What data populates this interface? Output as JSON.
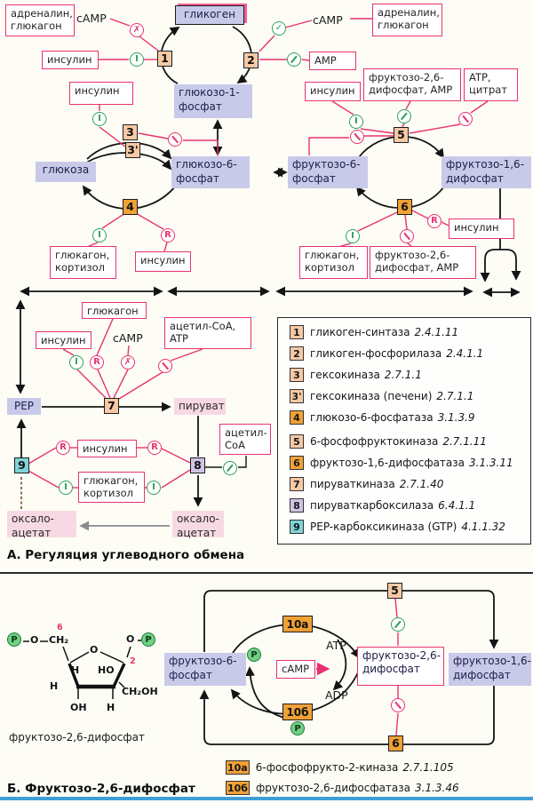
{
  "sectionA": {
    "caption": "А. Регуляция углеводного обмена",
    "labels": {
      "glycogen": "гликоген",
      "glucose1p": "глюкозо-1-фосфат",
      "glucose": "глюкоза",
      "glucose6p": "глюкозо-6-фосфат",
      "fructose6p": "фруктозо-6-фосфат",
      "fructose16bp": "фруктозо-1,6-дифосфат",
      "pep": "PEP",
      "pyruvate": "пируват",
      "oxaloacetate": "оксало-ацетат",
      "adrenaline_glucagon": "адреналин, глюкагон",
      "insulin": "инсулин",
      "camp": "cAMP",
      "amp": "AMP",
      "f26bp_amp": "фруктозо-2,6-дифосфат, AMP",
      "atp_citrate": "ATP, цитрат",
      "glucagon_cortisol": "глюкагон, кортизол",
      "glucagon": "глюкагон",
      "acetylcoa_atp": "ацетил-CoA, ATP",
      "acetylcoa": "ацетил-CoA"
    },
    "enzyme_numbers": {
      "n1": "1",
      "n2": "2",
      "n3": "3",
      "n3p": "3'",
      "n4": "4",
      "n5": "5",
      "n6": "6",
      "n7": "7",
      "n8": "8",
      "n9": "9"
    },
    "symbols": {
      "induction": "I",
      "repression": "R",
      "activation": "✓",
      "inactivation": "✗"
    },
    "legend": {
      "items": [
        {
          "num": "1",
          "name": "гликоген-синтаза",
          "ec": "2.4.1.11"
        },
        {
          "num": "2",
          "name": "гликоген-фосфорилаза",
          "ec": "2.4.1.1"
        },
        {
          "num": "3",
          "name": "гексокиназа",
          "ec": "2.7.1.1"
        },
        {
          "num": "3'",
          "name": "гексокиназа (печени)",
          "ec": "2.7.1.1"
        },
        {
          "num": "4",
          "name": "глюкозо-6-фосфатаза",
          "ec": "3.1.3.9"
        },
        {
          "num": "5",
          "name": "6-фосфофруктокиназа",
          "ec": "2.7.1.11"
        },
        {
          "num": "6",
          "name": "фруктозо-1,6-дифосфатаза",
          "ec": "3.1.3.11"
        },
        {
          "num": "7",
          "name": "пируваткиназа",
          "ec": "2.7.1.40"
        },
        {
          "num": "8",
          "name": "пируваткарбоксилаза",
          "ec": "6.4.1.1"
        },
        {
          "num": "9",
          "name": "PEP-карбоксикиназа (GTP)",
          "ec": "4.1.1.32"
        }
      ]
    }
  },
  "sectionB": {
    "caption": "Б. Фруктозо-2,6-дифосфат",
    "structure_label": "фруктозо-2,6-дифосфат",
    "labels": {
      "fructose6p": "фруктозо-6-фосфат",
      "fructose26bp": "фруктозо-2,6-дифосфат",
      "fructose16bp": "фруктозо-1,6-дифосфат",
      "camp": "cAMP",
      "atp": "ATP",
      "adp": "ADP",
      "p": "P",
      "n5": "5",
      "n6": "6",
      "n10a": "10a",
      "n10b": "10б"
    },
    "structure": {
      "p": "P",
      "o": "O",
      "ring_o": "O",
      "ch2": "CH₂",
      "pos6": "6",
      "pos2": "2",
      "h": "H",
      "ho": "HO",
      "oh": "OH",
      "ch2oh": "CH₂OH"
    },
    "legend": {
      "items": [
        {
          "num": "10a",
          "name": "6-фосфофрукто-2-киназа",
          "ec": "2.7.1.105"
        },
        {
          "num": "10б",
          "name": "фруктозо-2,6-дифосфатаза",
          "ec": "3.1.3.46"
        }
      ]
    }
  },
  "colors": {
    "metabolite_bg": "#c9cae9",
    "pink_bg": "#f7d9e3",
    "accent_pink": "#e8336e",
    "green": "#2ea05a",
    "enzyme_salmon": "#f6c9a5",
    "enzyme_orange": "#f0a136",
    "enzyme_lavender": "#cfc4e4",
    "enzyme_cyan": "#7fd4d8",
    "phosphate_green": "#72cf85",
    "blue_line": "#3f9fd8"
  }
}
